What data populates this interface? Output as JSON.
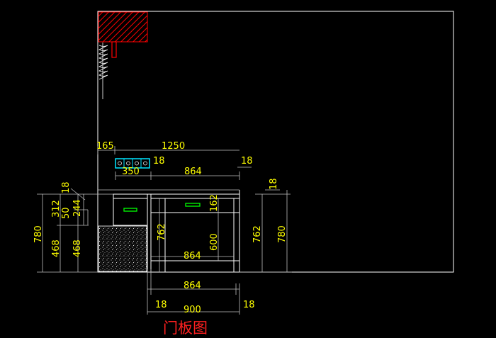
{
  "colors": {
    "background": "#000000",
    "line": "#ffffff",
    "dimension_text": "#ffff00",
    "title_text": "#ff2020",
    "hatch": "#ff0000",
    "socket": "#00e5ff",
    "handle": "#00ff00"
  },
  "drawing": {
    "title": "门板图",
    "dimensions": {
      "top_left": "165",
      "top_overall": "1250",
      "socket_width": "350",
      "socket_gap": "18",
      "upper_span": "864",
      "upper_right_gap": "18",
      "left_top_gap": "18",
      "left_312": "312",
      "left_50": "50",
      "left_244": "244",
      "left_overall": "780",
      "left_468_a": "468",
      "left_468_b": "468",
      "door_height_left": "762",
      "drawer_height": "162",
      "door_height_inner": "600",
      "inner_bottom_span": "864",
      "right_top_gap": "18",
      "right_762": "762",
      "right_780": "780",
      "bottom_span": "864",
      "bottom_left_gap": "18",
      "bottom_overall": "900",
      "bottom_right_gap": "18"
    }
  }
}
